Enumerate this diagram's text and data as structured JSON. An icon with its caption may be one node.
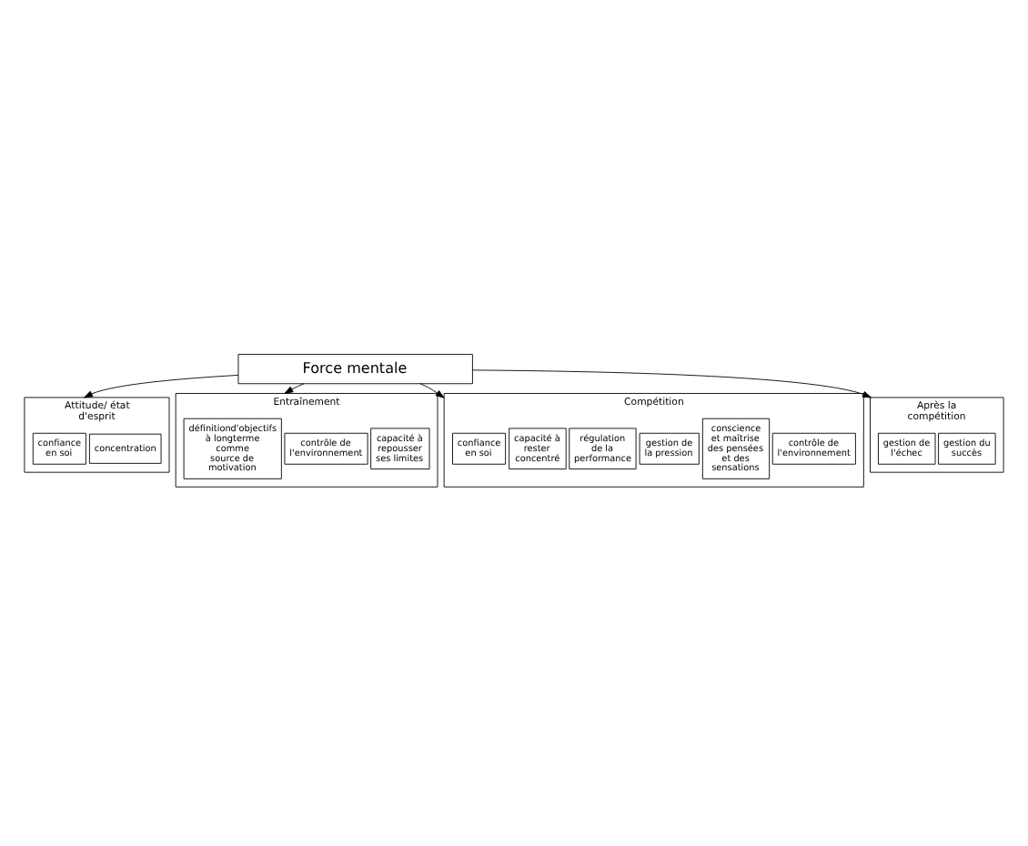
{
  "diagram": {
    "nodes": [
      {
        "text": [
          "Force mentale"
        ]
      },
      {
        "text": [
          "Attitude/ état d'esprit"
        ]
      },
      {
        "text": [
          "confiance en soi"
        ],
        "in": 1
      },
      {
        "text": [
          "concentration"
        ],
        "in": 1
      },
      {
        "text": [
          "Entraînement"
        ]
      },
      {
        "text": [
          "définitiond'objectifs à longterme comme source de motivation"
        ],
        "in": 4
      },
      {
        "text": [
          "contrôle de l'environnement"
        ],
        "in": 4
      },
      {
        "text": [
          "capacité à repousser ses limites"
        ],
        "in": 4
      },
      {
        "text": [
          "Compétition"
        ]
      },
      {
        "text": [
          "confiance en soi"
        ],
        "in": 8
      },
      {
        "text": [
          "capacité à rester concentré"
        ],
        "in": 8
      },
      {
        "text": [
          "régulation de la performance"
        ],
        "in": 8
      },
      {
        "text": [
          "gestion de la pression"
        ],
        "in": 8
      },
      {
        "text": [
          "conscience et maîtrise des pensées et des sensations"
        ],
        "in": 8
      },
      {
        "text": [
          "contrôle de l'environnement"
        ],
        "in": 8
      },
      {
        "text": [
          "Après la compétition"
        ]
      },
      {
        "text": [
          "gestion de l'échec"
        ],
        "in": 15
      },
      {
        "text": [
          "gestion du succès"
        ],
        "in": 15
      }
    ],
    "edges": [
      {
        "from": 0,
        "to": 1,
        "arrow": "to"
      },
      {
        "from": 0,
        "to": 4,
        "arrow": "to"
      },
      {
        "from": 0,
        "to": 8,
        "arrow": "to"
      },
      {
        "from": 0,
        "to": 15,
        "arrow": "to"
      }
    ]
  }
}
